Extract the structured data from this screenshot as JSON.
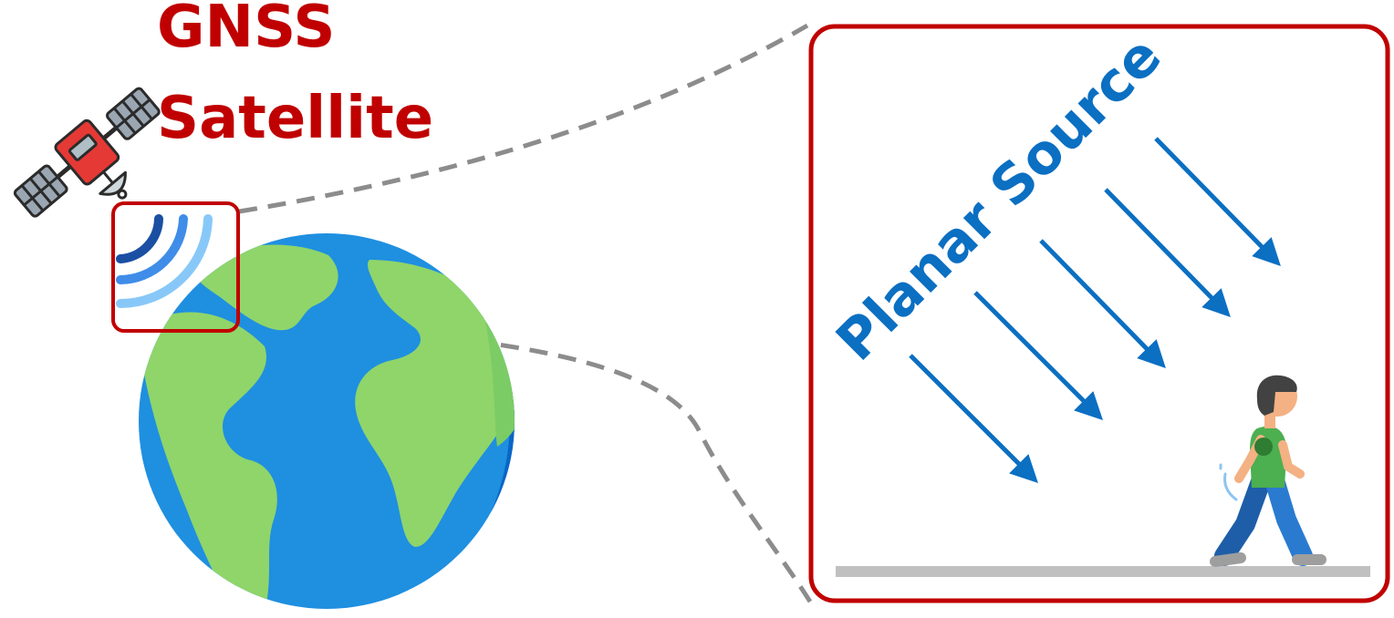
{
  "title": {
    "line1": "GNSS",
    "line2": "Satellite"
  },
  "panel": {
    "label": "Planar Source"
  },
  "icons": {
    "satellite": "satellite-icon",
    "signal_waves": "signal-waves-icon",
    "earth": "earth-globe-icon",
    "walker": "walking-person-icon",
    "arrow": "arrow-down-right-icon"
  },
  "colors": {
    "title": "#c00000",
    "frame": "#c00000",
    "label": "#0b6fc2",
    "arrows": "#0b6fc2",
    "connector": "#8c8c8c",
    "ground": "#c0c0c0",
    "ocean": "#1f8fe0",
    "land": "#8fd56a",
    "satellite_body": "#e53935",
    "solar_panel": "#9aa6b2",
    "shirt": "#4caf50",
    "pants": "#1e6fc2"
  }
}
